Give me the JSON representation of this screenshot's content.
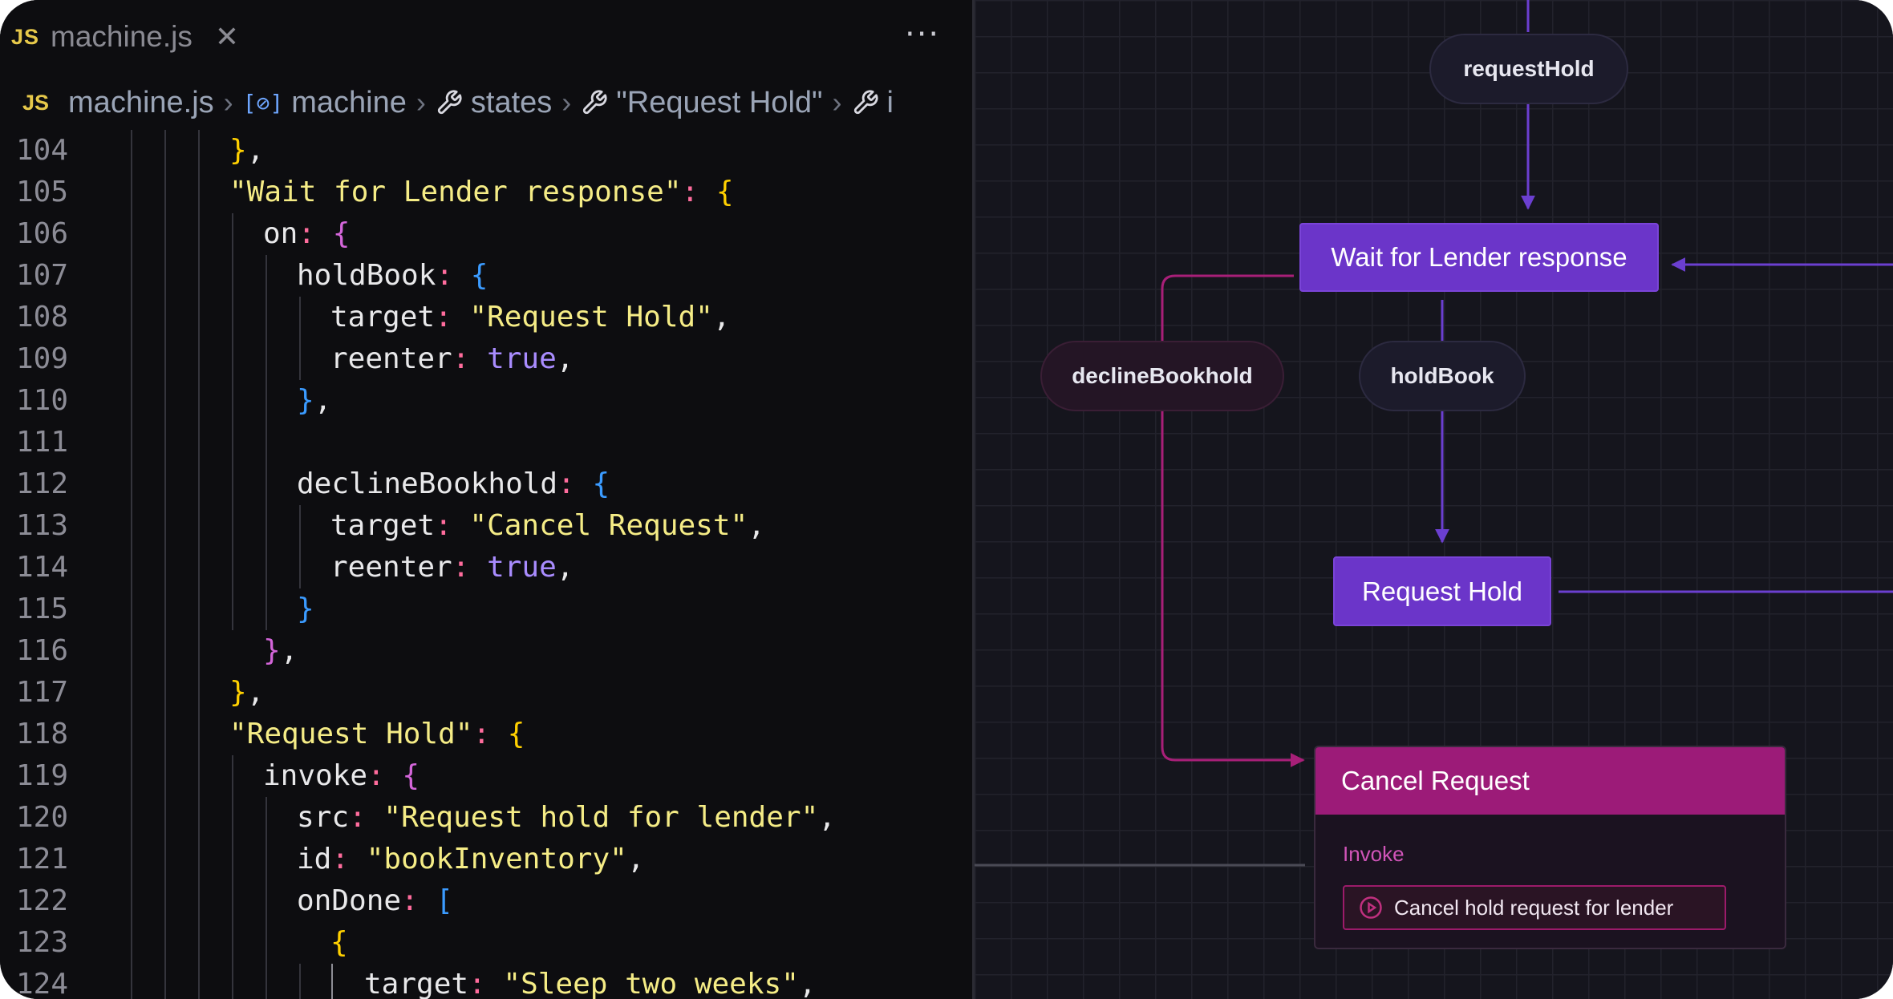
{
  "tab": {
    "icon": "JS",
    "title": "machine.js",
    "close_icon": "close-icon",
    "more_icon": "more-icon"
  },
  "breadcrumb": {
    "file_icon": "JS",
    "items": [
      {
        "label": "machine.js",
        "icon": "js-file-icon"
      },
      {
        "label": "machine",
        "icon": "object-icon"
      },
      {
        "label": "states",
        "icon": "wrench-icon"
      },
      {
        "label": "\"Request Hold\"",
        "icon": "wrench-icon"
      },
      {
        "label": "i",
        "icon": "wrench-icon"
      }
    ]
  },
  "code": {
    "lines": [
      {
        "n": "104",
        "indent": 0,
        "tokens": [
          {
            "t": "}",
            "c": "b1"
          },
          {
            "t": ",",
            "c": "punc"
          }
        ]
      },
      {
        "n": "105",
        "indent": 0,
        "tokens": [
          {
            "t": "\"Wait for Lender response\"",
            "c": "str"
          },
          {
            "t": ": ",
            "c": "colon"
          },
          {
            "t": "{",
            "c": "b1"
          }
        ]
      },
      {
        "n": "106",
        "indent": 1,
        "tokens": [
          {
            "t": "on",
            "c": "key"
          },
          {
            "t": ": ",
            "c": "colon"
          },
          {
            "t": "{",
            "c": "b2"
          }
        ]
      },
      {
        "n": "107",
        "indent": 2,
        "tokens": [
          {
            "t": "holdBook",
            "c": "key"
          },
          {
            "t": ": ",
            "c": "colon"
          },
          {
            "t": "{",
            "c": "b3"
          }
        ]
      },
      {
        "n": "108",
        "indent": 3,
        "tokens": [
          {
            "t": "target",
            "c": "key"
          },
          {
            "t": ": ",
            "c": "colon"
          },
          {
            "t": "\"Request Hold\"",
            "c": "str"
          },
          {
            "t": ",",
            "c": "punc"
          }
        ]
      },
      {
        "n": "109",
        "indent": 3,
        "tokens": [
          {
            "t": "reenter",
            "c": "key"
          },
          {
            "t": ": ",
            "c": "colon"
          },
          {
            "t": "true",
            "c": "bool"
          },
          {
            "t": ",",
            "c": "punc"
          }
        ]
      },
      {
        "n": "110",
        "indent": 2,
        "tokens": [
          {
            "t": "}",
            "c": "b3"
          },
          {
            "t": ",",
            "c": "punc"
          }
        ]
      },
      {
        "n": "111",
        "indent": 0,
        "tokens": []
      },
      {
        "n": "112",
        "indent": 2,
        "tokens": [
          {
            "t": "declineBookhold",
            "c": "key"
          },
          {
            "t": ": ",
            "c": "colon"
          },
          {
            "t": "{",
            "c": "b3"
          }
        ]
      },
      {
        "n": "113",
        "indent": 3,
        "tokens": [
          {
            "t": "target",
            "c": "key"
          },
          {
            "t": ": ",
            "c": "colon"
          },
          {
            "t": "\"Cancel Request\"",
            "c": "str"
          },
          {
            "t": ",",
            "c": "punc"
          }
        ]
      },
      {
        "n": "114",
        "indent": 3,
        "tokens": [
          {
            "t": "reenter",
            "c": "key"
          },
          {
            "t": ": ",
            "c": "colon"
          },
          {
            "t": "true",
            "c": "bool"
          },
          {
            "t": ",",
            "c": "punc"
          }
        ]
      },
      {
        "n": "115",
        "indent": 2,
        "tokens": [
          {
            "t": "}",
            "c": "b3"
          }
        ]
      },
      {
        "n": "116",
        "indent": 1,
        "tokens": [
          {
            "t": "}",
            "c": "b2"
          },
          {
            "t": ",",
            "c": "punc"
          }
        ]
      },
      {
        "n": "117",
        "indent": 0,
        "tokens": [
          {
            "t": "}",
            "c": "b1"
          },
          {
            "t": ",",
            "c": "punc"
          }
        ]
      },
      {
        "n": "118",
        "indent": 0,
        "tokens": [
          {
            "t": "\"Request Hold\"",
            "c": "str"
          },
          {
            "t": ": ",
            "c": "colon"
          },
          {
            "t": "{",
            "c": "b1"
          }
        ]
      },
      {
        "n": "119",
        "indent": 1,
        "tokens": [
          {
            "t": "invoke",
            "c": "key"
          },
          {
            "t": ": ",
            "c": "colon"
          },
          {
            "t": "{",
            "c": "b2"
          }
        ]
      },
      {
        "n": "120",
        "indent": 2,
        "tokens": [
          {
            "t": "src",
            "c": "key"
          },
          {
            "t": ": ",
            "c": "colon"
          },
          {
            "t": "\"Request hold for lender\"",
            "c": "str"
          },
          {
            "t": ",",
            "c": "punc"
          }
        ]
      },
      {
        "n": "121",
        "indent": 2,
        "tokens": [
          {
            "t": "id",
            "c": "key"
          },
          {
            "t": ": ",
            "c": "colon"
          },
          {
            "t": "\"bookInventory\"",
            "c": "str"
          },
          {
            "t": ",",
            "c": "punc"
          }
        ]
      },
      {
        "n": "122",
        "indent": 2,
        "tokens": [
          {
            "t": "onDone",
            "c": "key"
          },
          {
            "t": ": ",
            "c": "colon"
          },
          {
            "t": "[",
            "c": "b3"
          }
        ]
      },
      {
        "n": "123",
        "indent": 3,
        "tokens": [
          {
            "t": "{",
            "c": "b1"
          }
        ]
      },
      {
        "n": "124",
        "indent": 4,
        "tokens": [
          {
            "t": "target",
            "c": "key"
          },
          {
            "t": ": ",
            "c": "colon"
          },
          {
            "t": "\"Sleep two weeks\"",
            "c": "str"
          },
          {
            "t": ",",
            "c": "punc"
          }
        ]
      }
    ]
  },
  "diagram": {
    "events": {
      "request_hold": "requestHold",
      "decline_bookhold": "declineBookhold",
      "hold_book": "holdBook"
    },
    "states": {
      "wait_lender": "Wait for Lender response",
      "request_hold": "Request Hold",
      "cancel_request": {
        "title": "Cancel Request",
        "invoke_label": "Invoke",
        "invoke_item": "Cancel hold request for lender",
        "invoke_icon": "play-circle-icon"
      }
    },
    "colors": {
      "state_purple": "#6b35c9",
      "edge_purple": "#6b3fd0",
      "cancel_pink": "#9c1b78",
      "edge_pink": "#a81f78",
      "canvas": "#15151d"
    }
  }
}
